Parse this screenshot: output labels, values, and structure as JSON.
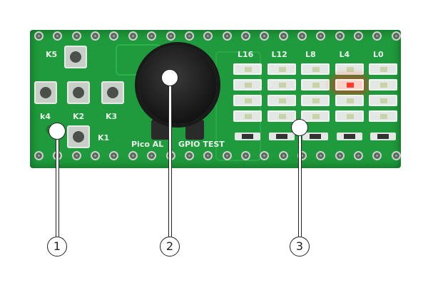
{
  "board": {
    "buttons": [
      "K5",
      "k4",
      "K2",
      "K3",
      "K1"
    ],
    "silkscreen": [
      "Pico AL",
      "GPIO TEST"
    ],
    "led_columns": [
      "L16",
      "L12",
      "L8",
      "L4",
      "L0"
    ],
    "lit_led": {
      "column": "L4",
      "row": 2
    },
    "led_lit_color": "#ff3a2a",
    "board_color": "#1f9a3c"
  },
  "callouts": [
    "1",
    "2",
    "3"
  ]
}
